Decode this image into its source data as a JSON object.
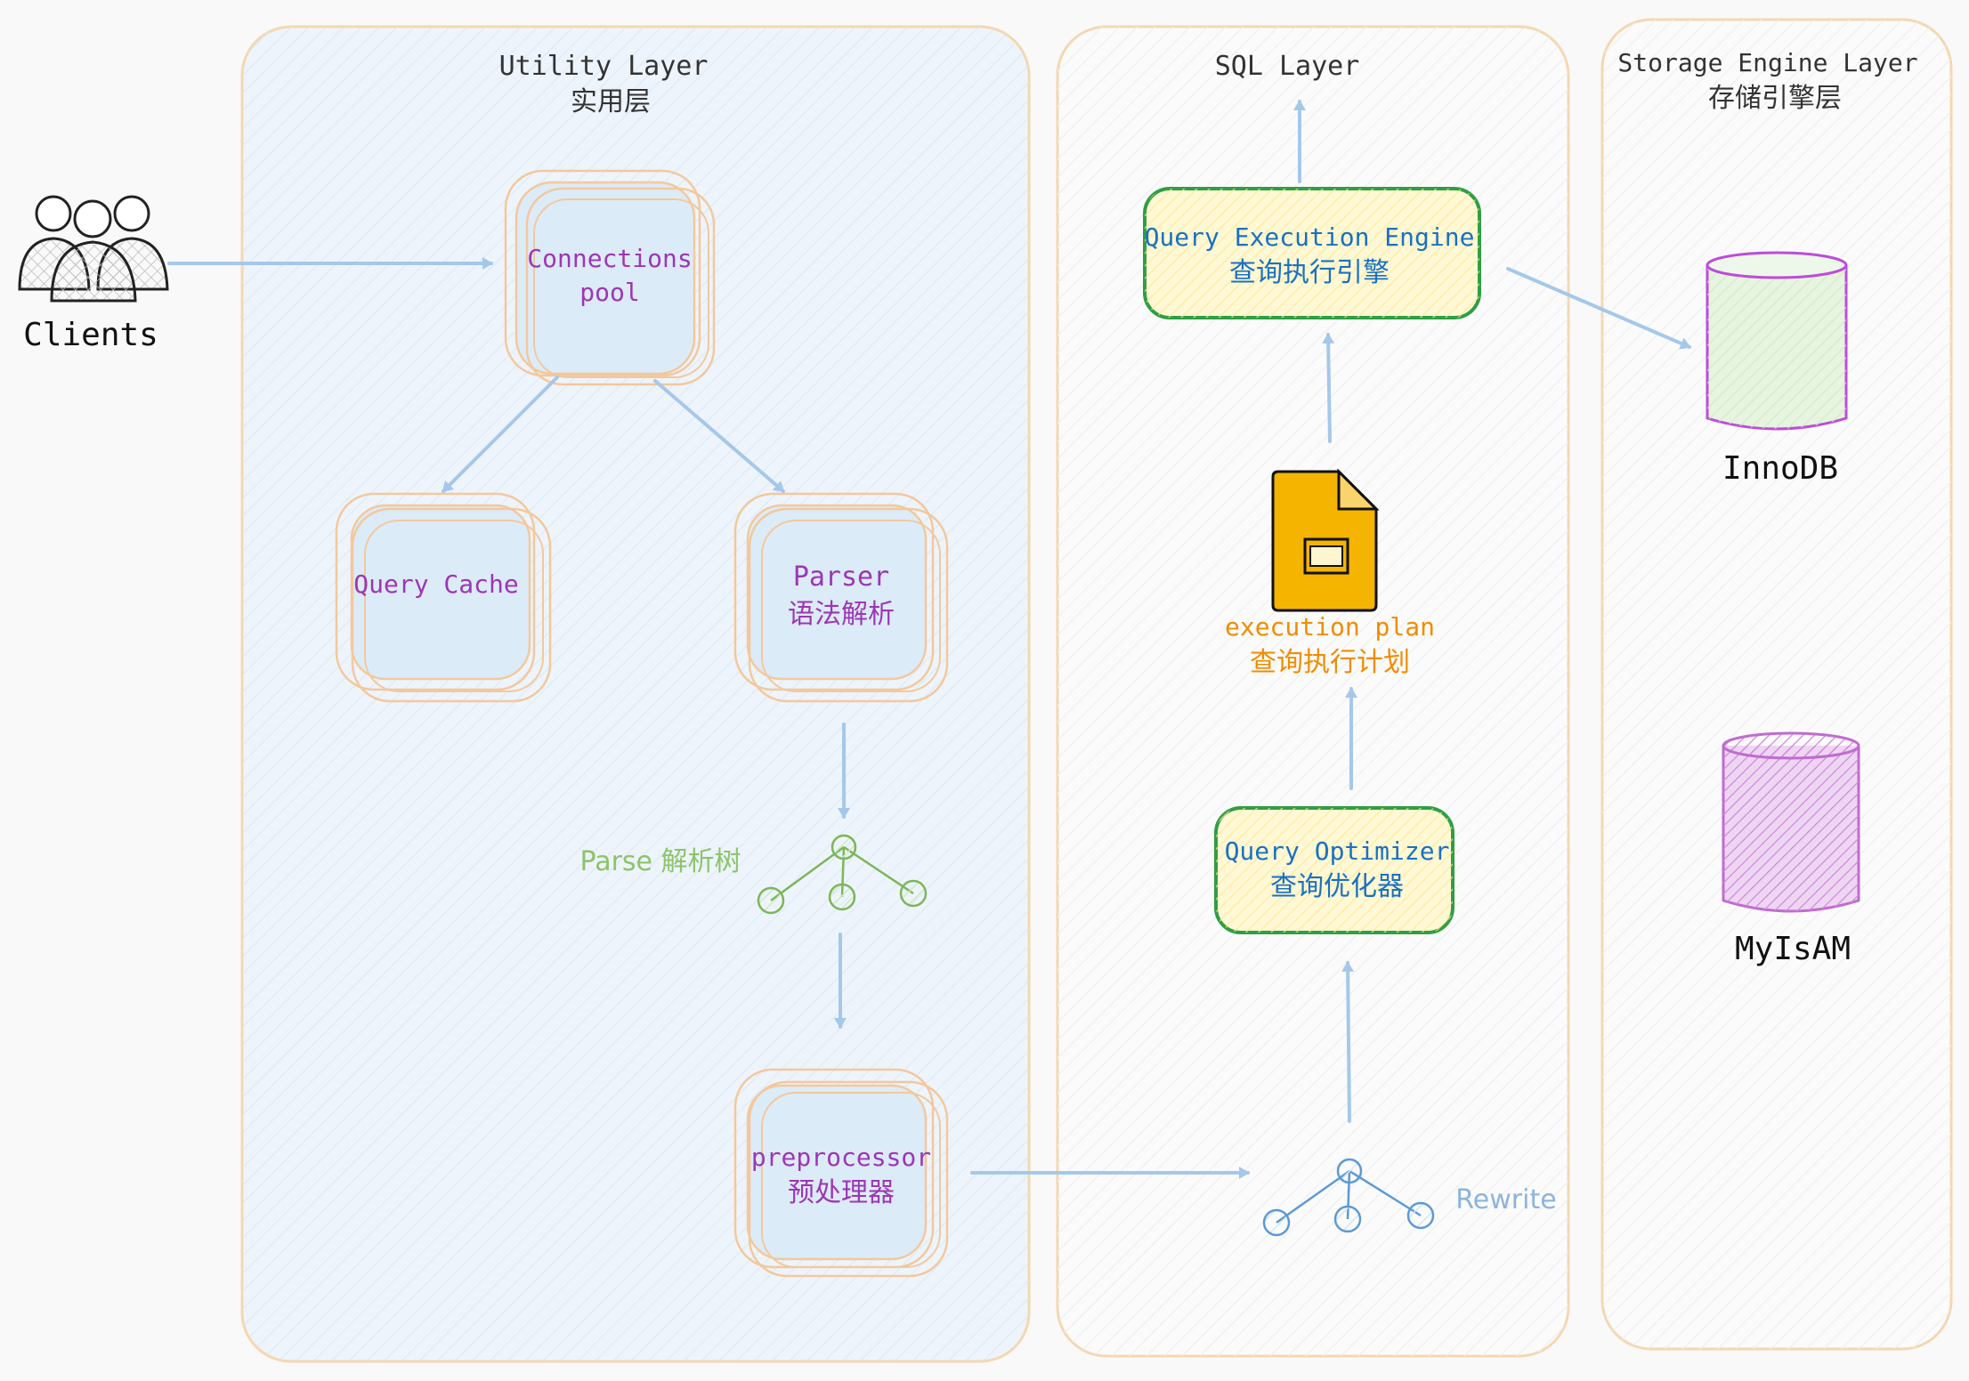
{
  "clients": {
    "label": "Clients",
    "icon": "users-group-icon"
  },
  "utility_layer": {
    "title": "Utility Layer",
    "subtitle": "实用层",
    "connections_pool": {
      "line1": "Connections",
      "line2": "pool"
    },
    "query_cache": {
      "label": "Query Cache"
    },
    "parser": {
      "en": "Parser",
      "zh": "语法解析"
    },
    "parse_tree": {
      "label": "Parse 解析树",
      "icon": "tree-icon"
    },
    "preprocessor": {
      "en": "preprocessor",
      "zh": "预处理器"
    }
  },
  "sql_layer": {
    "title": "SQL Layer",
    "query_execution_engine": {
      "en": "Query Execution Engine",
      "zh": "查询执行引擎"
    },
    "execution_plan": {
      "en": "execution plan",
      "zh": "查询执行计划",
      "icon": "slides-document-icon"
    },
    "query_optimizer": {
      "en": "Query Optimizer",
      "zh": "查询优化器"
    },
    "rewrite": {
      "label": "Rewrite",
      "icon": "tree-icon"
    }
  },
  "storage_layer": {
    "title": "Storage Engine Layer",
    "subtitle": "存储引擎层",
    "innodb": {
      "label": "InnoDB",
      "icon": "database-cylinder-icon"
    },
    "myisam": {
      "label": "MyIsAM",
      "icon": "database-cylinder-icon"
    }
  },
  "colors": {
    "panel_border": "#f5d7b0",
    "utility_fill": "#eef4fb",
    "orange_box": "#f3c89c",
    "box_fill": "#dcebf8",
    "purple_text": "#9c36b5",
    "blue_text": "#1971c2",
    "green_border": "#2f9e44",
    "yellow_fill": "#fff3bf",
    "arrow": "#a5c8ea",
    "green_tree": "#8cc46a",
    "orange_text": "#f08c00",
    "doc_yellow": "#f4b400",
    "rewrite_text": "#8db4dc",
    "cyl_innodb_stroke": "#be4bdb",
    "cyl_innodb_fill": "#e6f4e0",
    "cyl_myisam_stroke": "#c06bd0",
    "cyl_myisam_fill": "#eed6f3"
  }
}
